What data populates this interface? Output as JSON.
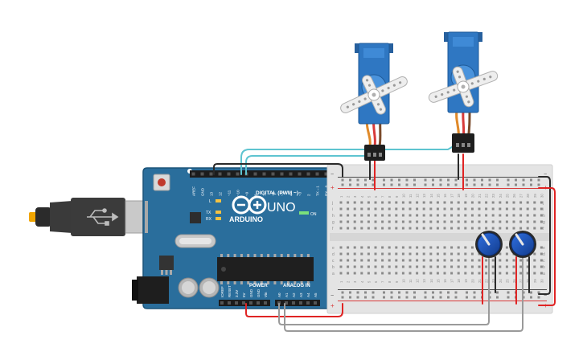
{
  "arduino": {
    "brand": "ARDUINO",
    "model": "UNO",
    "on_label": "ON",
    "digital_label": "DIGITAL (PWM ~)",
    "power_label": "POWER",
    "analog_label": "ANALOG IN",
    "led_l": "L",
    "led_tx": "TX",
    "led_rx": "RX",
    "digital_pins": [
      "AREF",
      "GND",
      "13",
      "12",
      "~11",
      "~10",
      "~9",
      "8",
      "7",
      "~6",
      "~5",
      "4",
      "~3",
      "2",
      "TX→1",
      "RX←0"
    ],
    "power_pins": [
      "IOREF",
      "RESET",
      "3.3V",
      "5V",
      "GND",
      "GND",
      "Vin"
    ],
    "analog_pins": [
      "A0",
      "A1",
      "A2",
      "A3",
      "A4",
      "A5"
    ]
  },
  "breadboard": {
    "row_letters_top": [
      "j",
      "i",
      "h",
      "g",
      "f"
    ],
    "row_letters_bottom": [
      "e",
      "d",
      "c",
      "b",
      "a"
    ],
    "column_numbers": [
      "1",
      "2",
      "3",
      "4",
      "5",
      "6",
      "7",
      "8",
      "9",
      "10",
      "11",
      "12",
      "13",
      "14",
      "15",
      "16",
      "17",
      "18",
      "19",
      "20",
      "21",
      "22",
      "23",
      "24",
      "25",
      "26",
      "27",
      "28",
      "29",
      "30"
    ],
    "rail_minus": "−",
    "rail_plus": "+"
  },
  "colors": {
    "board": "#2a6e9c",
    "servo": "#2f77c2",
    "wire_red": "#e02424",
    "wire_black": "#2a2a2a",
    "wire_cyan": "#5ec4d0",
    "wire_gray": "#9a9a9a",
    "pot": "#1b4fb8"
  }
}
